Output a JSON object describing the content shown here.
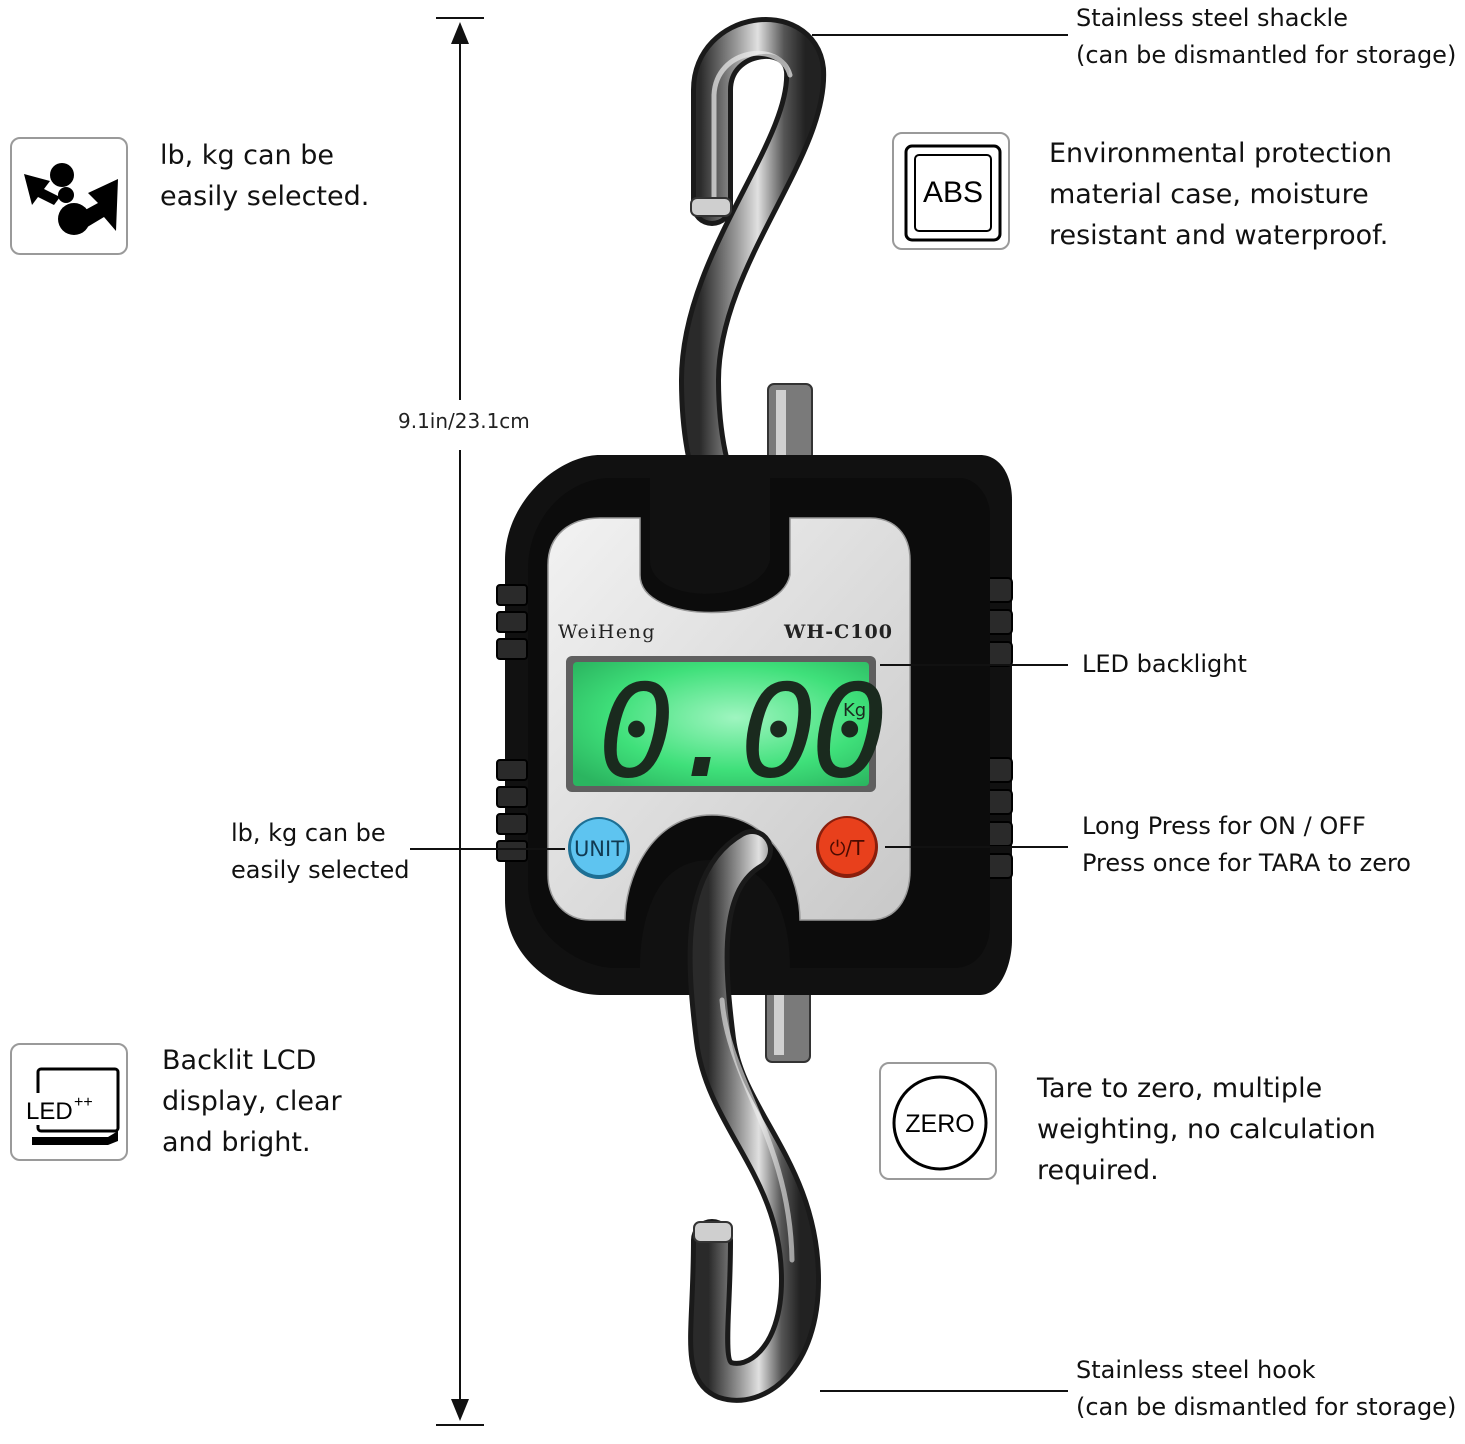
{
  "dimension": {
    "label": "9.1in/23.1cm"
  },
  "device": {
    "brand": "WeiHeng",
    "model": "WH-C100",
    "display_value": "0.00",
    "display_unit": "Kg",
    "unit_button": "UNIT",
    "power_button": "⏻/T"
  },
  "callouts": {
    "shackle": {
      "line1": "Stainless steel shackle",
      "line2": "(can be dismantled for storage)"
    },
    "backlight": {
      "text": "LED backlight"
    },
    "power": {
      "line1": "Long Press for ON / OFF",
      "line2": "Press once for TARA to zero"
    },
    "unit": {
      "line1": "lb, kg can be",
      "line2": "easily selected"
    },
    "hook": {
      "line1": "Stainless steel hook",
      "line2": "(can be dismantled for storage)"
    }
  },
  "features": {
    "units": {
      "icon": "units-swap-icon",
      "line1": "lb, kg can be",
      "line2": "easily selected."
    },
    "abs": {
      "icon": "abs-icon",
      "icon_text": "ABS",
      "line1": "Environmental protection",
      "line2": "material case, moisture",
      "line3": "resistant and waterproof."
    },
    "led": {
      "icon": "led-icon",
      "icon_text": "LED",
      "icon_sup": "++",
      "line1": "Backlit LCD",
      "line2": "display, clear",
      "line3": "and bright."
    },
    "zero": {
      "icon": "zero-icon",
      "icon_text": "ZERO",
      "line1": "Tare to zero, multiple",
      "line2": "weighting, no calculation",
      "line3": "required."
    }
  },
  "colors": {
    "lcd_green": "#3fe07a",
    "unit_button": "#5ec4f0",
    "power_button": "#e8401c",
    "case": "#151515",
    "face": "#d9d9d9"
  }
}
